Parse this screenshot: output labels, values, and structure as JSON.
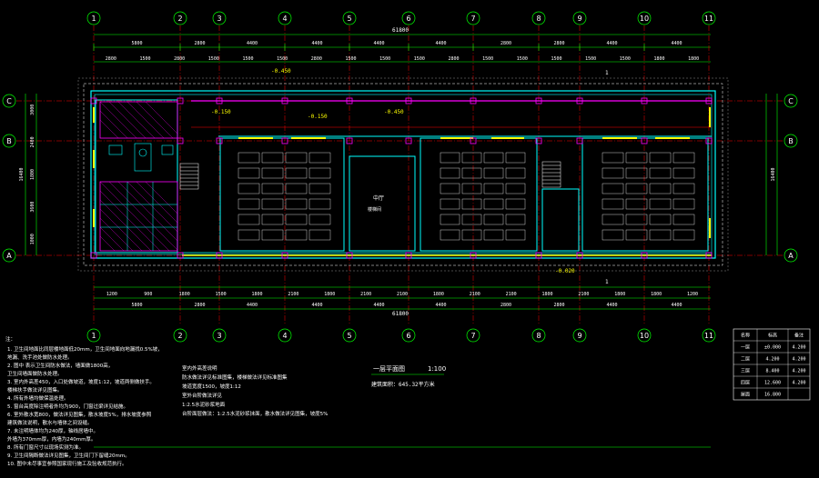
{
  "drawing": {
    "axes_top": [
      "1",
      "2",
      "3",
      "4",
      "5",
      "6",
      "7",
      "8",
      "9",
      "10",
      "11"
    ],
    "axes_side": [
      "C",
      "B",
      "A"
    ],
    "overall_dim": "61800",
    "left_dims_left": [
      "3000",
      "2400",
      "1800",
      "3600",
      "1000"
    ],
    "left_dims_total": "16400",
    "right_dims_total": "16400",
    "top_dims": [
      "5800",
      "2800",
      "4400",
      "4400",
      "4400",
      "4400",
      "2800",
      "2800",
      "4400",
      "4400"
    ],
    "bottom_dims": [
      "5800",
      "2800",
      "4400",
      "4400",
      "4400",
      "4400",
      "2800",
      "2800",
      "4400",
      "4400"
    ],
    "top_detail_dims": [
      "2800",
      "1500",
      "2800",
      "1500",
      "1500",
      "1500",
      "2800",
      "1500",
      "1500",
      "1500",
      "2800",
      "1500",
      "1500",
      "1500",
      "1500",
      "1500",
      "1800",
      "1800"
    ],
    "bottom_detail_dims": [
      "1200",
      "900",
      "1800",
      "1500",
      "1800",
      "2100",
      "1800",
      "2100",
      "2100",
      "1800",
      "2100",
      "2100",
      "1800",
      "2100",
      "1800",
      "1800",
      "1200"
    ],
    "level_tags": [
      "-0.450",
      "-0.150",
      "-0.450",
      "-0.150",
      "-0.020"
    ],
    "room_label": "楼梯间",
    "room_sub": "中厅",
    "plan_title": "一层平面图",
    "plan_scale": "1:100",
    "plan_sub": "建筑面积：645.32平方米",
    "label_1": "1"
  },
  "notes": {
    "heading": "注：",
    "lines": [
      "1. 卫生间地面比同层楼地面低20mm，卫生间地面向地漏找0.5%坡，",
      "   地漏、洗手池处做防水处理。",
      "2. 图中         表示卫生间防水做法，墙面做1800高，",
      "   卫生间墙面做防水处理。",
      "3. 室内外高差450，入口处做坡道，坡度1:12，坡道两侧做扶手。",
      "   楼梯扶手做法详见图集。",
      "4. 所有外墙均做保温处理。",
      "5. 窗台高度除注明者外均为900，门窗过梁详见结施。",
      "6. 室外散水宽800，做法详见图集，散水坡度5%，排水坡度参照",
      "   建筑做法说明，散水与墙体之间设缝。",
      "7. 未注明墙体均为240厚，轴线居墙中。",
      "   外墙为370mm厚，内墙为240mm厚。",
      "8. 所有门窗尺寸以现场实测为准。",
      "9. 卫生间隔断做法详见图集，卫生间门下留缝20mm。",
      "10. 图中未尽事宜参照国家现行施工及验收规范执行。"
    ],
    "mid_lines": [
      "室内外高差说明",
      "防水做法详见标准图集，楼梯做法详见标准图集",
      "坡道宽度1500，坡度1:12",
      "室外台阶做法详见",
      "1:2.5水泥砂浆地面",
      "台阶面层做法：1:2.5水泥砂浆抹面，散水做法详见图集，坡度5%"
    ]
  },
  "legend_table": {
    "headers": [
      "名称",
      "标高",
      "备注"
    ],
    "rows": [
      [
        "一层",
        "±0.000",
        "4.200"
      ],
      [
        "二层",
        "4.200",
        "4.200"
      ],
      [
        "三层",
        "8.400",
        "4.200"
      ],
      [
        "四层",
        "12.600",
        "4.200"
      ],
      [
        "屋面",
        "16.800",
        ""
      ]
    ]
  },
  "colors": {
    "background": "#000000",
    "axis": "#ff0000",
    "wall": "#00ffff",
    "dim": "#00ff00",
    "window": "#ffff00",
    "hatch": "#ff00ff",
    "text": "#ffffff"
  }
}
